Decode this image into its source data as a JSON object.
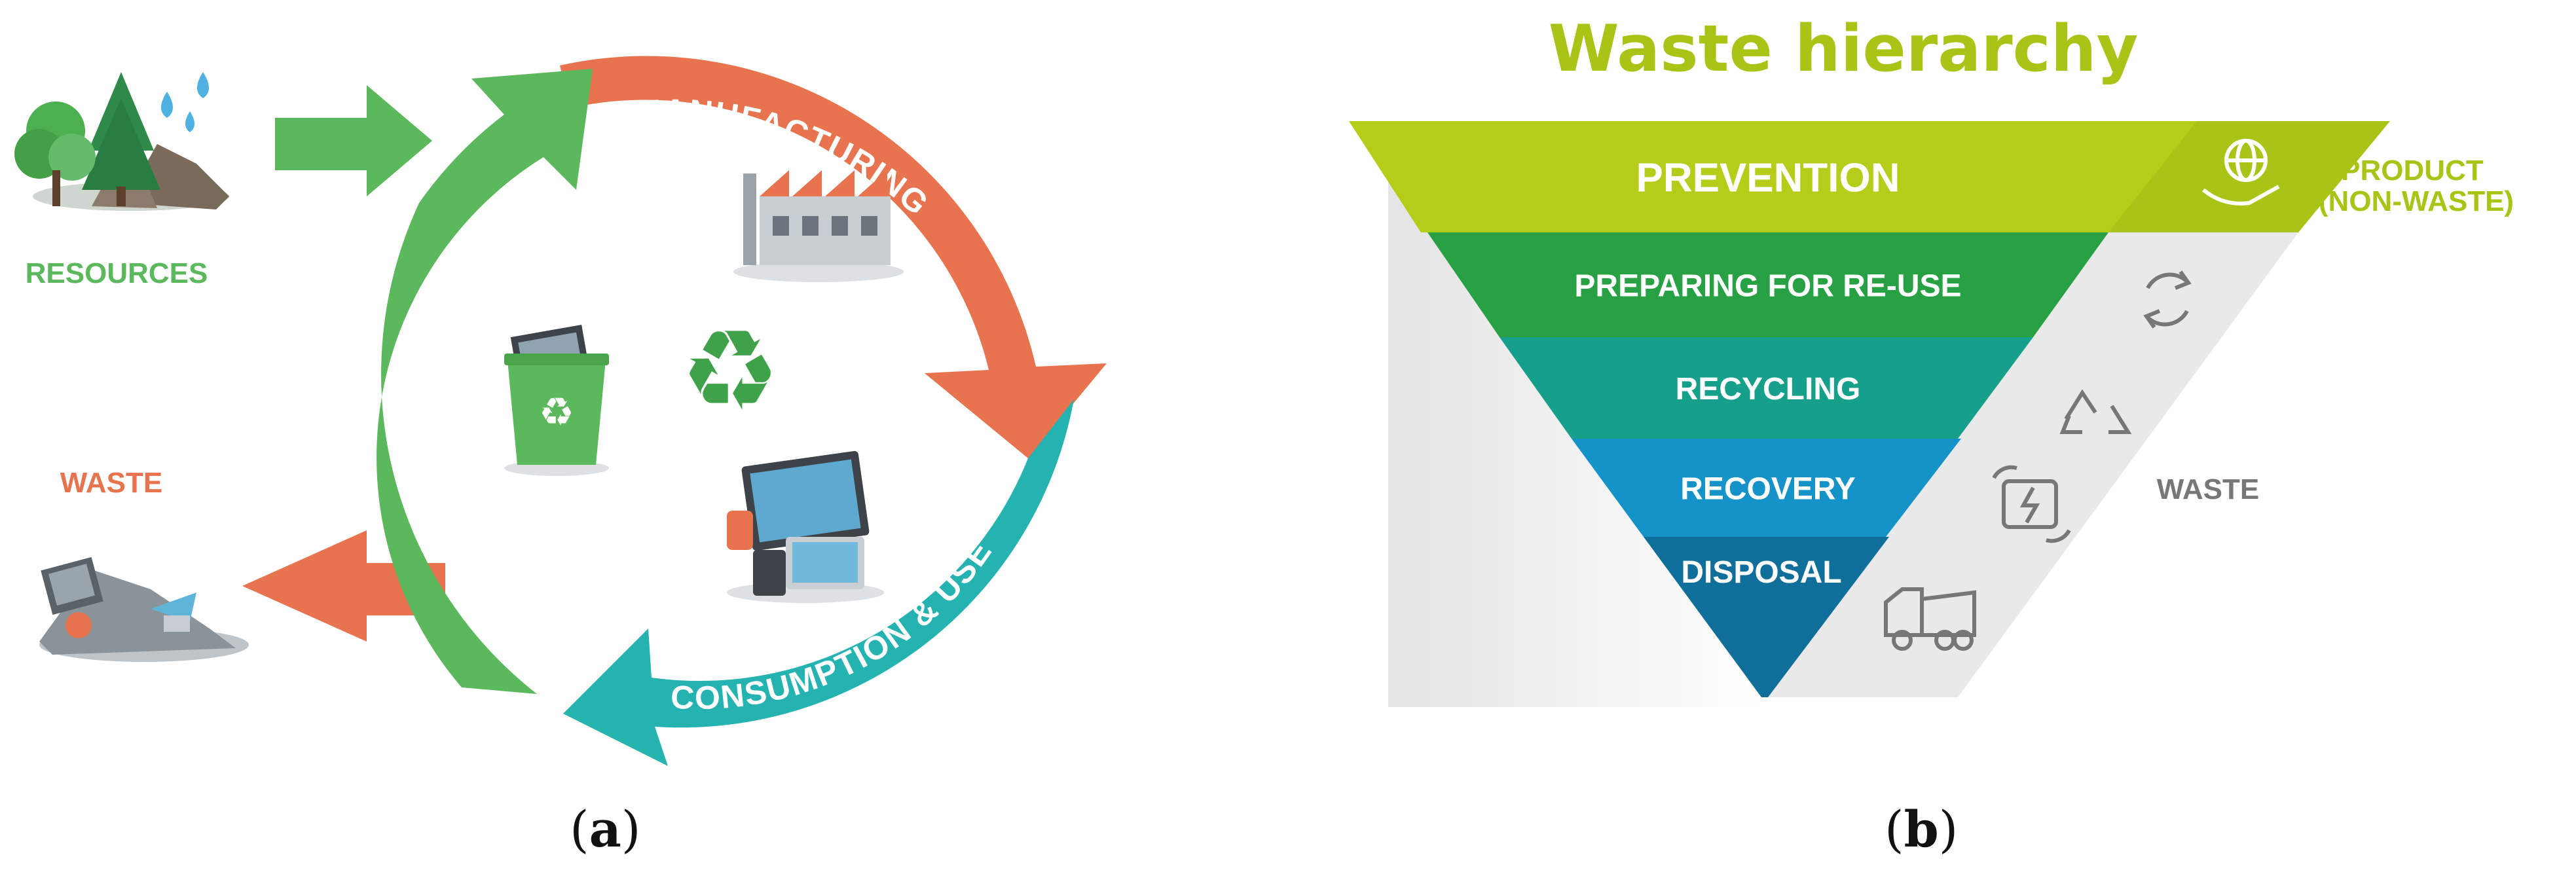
{
  "figure_a": {
    "resources_label": "RESOURCES",
    "waste_label": "WASTE",
    "stages": {
      "manufacturing": "MANUFACTURING",
      "consumption": "CONSUMPTION & USE",
      "recycling": "RECYCLING"
    },
    "caption_letter": "a",
    "colors": {
      "green": "#5cb85c",
      "orange": "#e8734f",
      "teal": "#24b3b0"
    }
  },
  "figure_b": {
    "title": "Waste hierarchy",
    "levels": [
      {
        "label": "PREVENTION",
        "color": "#b5cc18",
        "icon": "globe-hand-icon"
      },
      {
        "label": "PREPARING FOR RE-USE",
        "color": "#27a144",
        "icon": "refresh-cycle-icon"
      },
      {
        "label": "RECYCLING",
        "color": "#16a08c",
        "icon": "recycle-icon"
      },
      {
        "label": "RECOVERY",
        "color": "#1593c8",
        "icon": "energy-recovery-icon"
      },
      {
        "label": "DISPOSAL",
        "color": "#0f6f9a",
        "icon": "garbage-truck-icon"
      }
    ],
    "side_labels": {
      "product_line1": "PRODUCT",
      "product_line2": "(NON-WASTE)",
      "waste": "WASTE"
    },
    "caption_letter": "b",
    "colors": {
      "title": "#a9c416",
      "side_product": "#a9c416",
      "side_waste": "#777777"
    }
  }
}
